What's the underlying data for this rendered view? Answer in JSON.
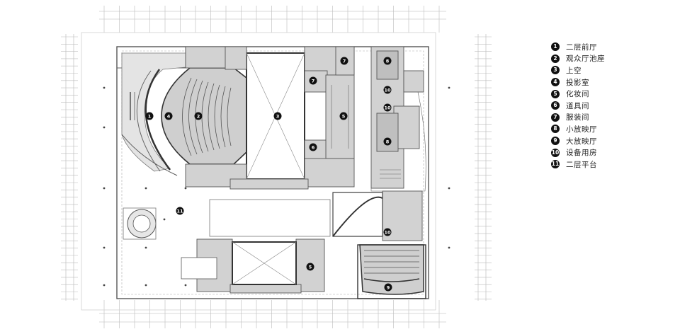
{
  "legend": [
    {
      "num": "1",
      "label": "二层前厅"
    },
    {
      "num": "2",
      "label": "观众厅池座"
    },
    {
      "num": "3",
      "label": "上空"
    },
    {
      "num": "4",
      "label": "投影室"
    },
    {
      "num": "5",
      "label": "化妆间"
    },
    {
      "num": "6",
      "label": "道具间"
    },
    {
      "num": "7",
      "label": "服装间"
    },
    {
      "num": "8",
      "label": "小放映厅"
    },
    {
      "num": "9",
      "label": "大放映厅"
    },
    {
      "num": "10",
      "label": "设备用房"
    },
    {
      "num": "11",
      "label": "二层平台"
    }
  ],
  "colors": {
    "wall": "#555555",
    "room_fill": "#d2d2d2",
    "foyer_fill": "#e4e4e4",
    "marker": "#111111",
    "line": "#999999"
  }
}
